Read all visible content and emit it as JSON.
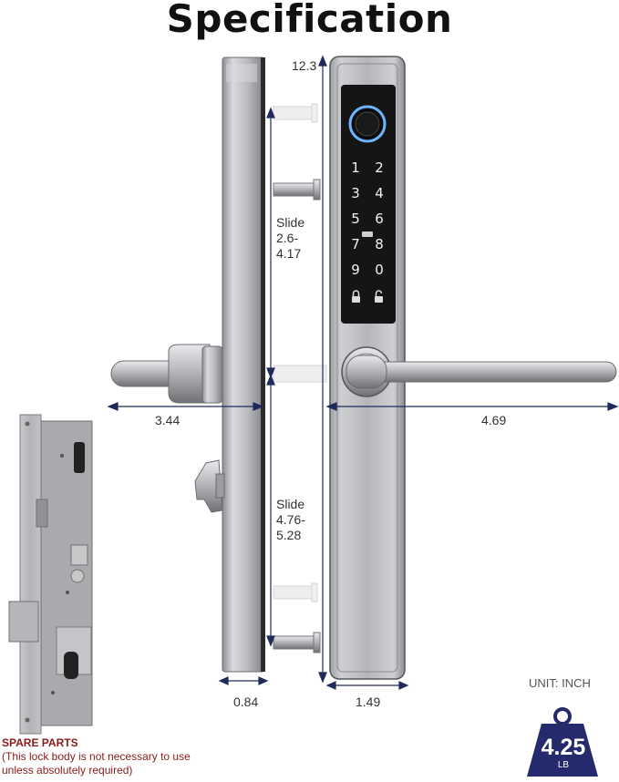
{
  "title": "Specification",
  "dimensions": {
    "height": "12.3",
    "slide_upper": [
      "Slide",
      "2.6-",
      "4.17"
    ],
    "slide_lower": [
      "Slide",
      "4.76-",
      "5.28"
    ],
    "handle_inner": "3.44",
    "handle_outer": "4.69",
    "depth": "0.84",
    "width": "1.49"
  },
  "keypad": {
    "keys": [
      "1",
      "2",
      "3",
      "4",
      "5",
      "6",
      "7",
      "8",
      "9",
      "0"
    ],
    "lock_icon": "lock-icon",
    "unlock_icon": "unlock-icon",
    "fingerprint_icon": "fingerprint-icon"
  },
  "unit_label": "UNIT: INCH",
  "weight": {
    "value": "4.25",
    "unit": "LB",
    "icon": "weight-icon"
  },
  "spare_parts": {
    "heading": "SPARE PARTS",
    "note": "(This lock body is not necessary to use unless absolutely required)"
  },
  "colors": {
    "accent_navy": "#242a6b",
    "spare_red": "#8b1a1a",
    "dimension_navy": "#1f2a5a"
  }
}
